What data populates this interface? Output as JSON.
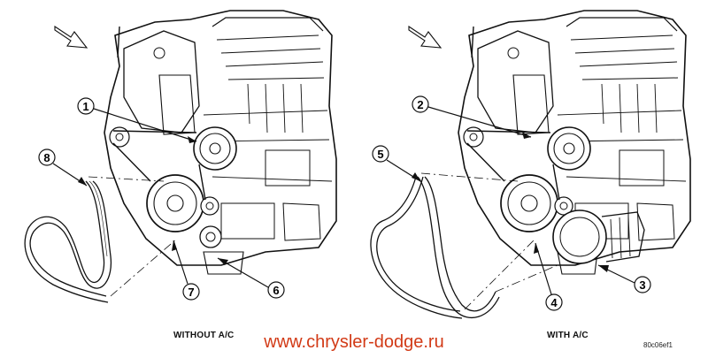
{
  "captions": {
    "left": "WITHOUT A/C",
    "right": "WITH A/C"
  },
  "figure_code": "80c06ef1",
  "watermark": "www.chrysler-dodge.ru",
  "callouts": {
    "left": [
      "1",
      "8",
      "7",
      "6"
    ],
    "right": [
      "2",
      "5",
      "4",
      "3"
    ]
  },
  "icons": [
    "arrow-icon",
    "engine-block-illustration",
    "serpentine-belt-illustration"
  ],
  "colors": {
    "watermark": "#d23a16",
    "line": "#111111"
  }
}
